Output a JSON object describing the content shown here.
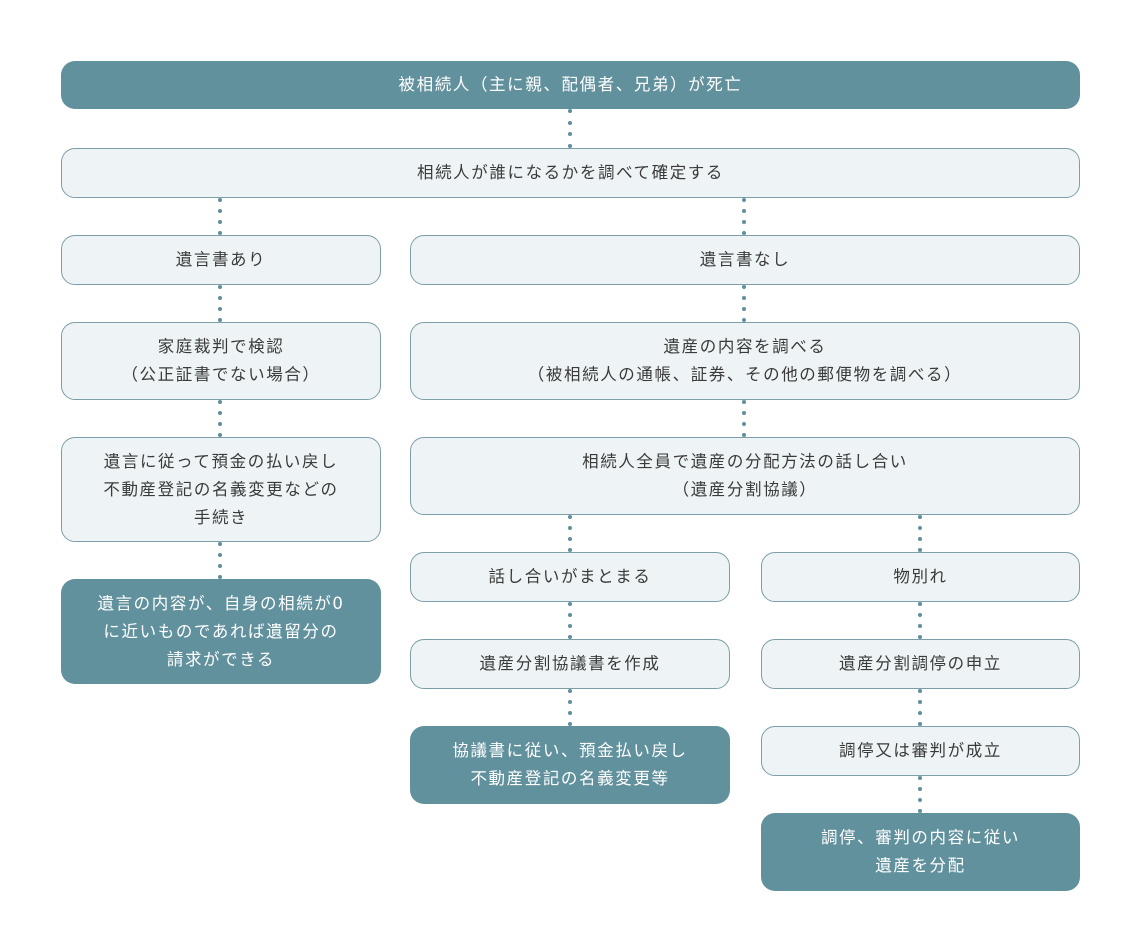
{
  "colors": {
    "dark_fill": "#62919e",
    "light_fill": "#eef4f5",
    "border": "#7c9ea8",
    "connector": "#5e8f9c",
    "dark_text": "#ffffff",
    "light_text": "#3a3a3a"
  },
  "steps": {
    "death": {
      "lines": [
        "被相続人（主に親、配偶者、兄弟）が死亡"
      ]
    },
    "identify_heirs": {
      "lines": [
        "相続人が誰になるかを調べて確定する"
      ]
    },
    "will_exists": {
      "lines": [
        "遺言書あり"
      ]
    },
    "no_will": {
      "lines": [
        "遺言書なし"
      ]
    },
    "probate": {
      "lines": [
        "家庭裁判で検認",
        "（公正証書でない場合）"
      ]
    },
    "investigate_estate": {
      "lines": [
        "遺産の内容を調べる",
        "（被相続人の通帳、証券、その他の郵便物を調べる）"
      ]
    },
    "follow_will": {
      "lines": [
        "遺言に従って預金の払い戻し",
        "不動産登記の名義変更などの",
        "手続き"
      ]
    },
    "heirs_discussion": {
      "lines": [
        "相続人全員で遺産の分配方法の話し合い",
        "（遺産分割協議）"
      ]
    },
    "reserved_portion": {
      "lines": [
        "遺言の内容が、自身の相続が0",
        "に近いものであれば遺留分の",
        "請求ができる"
      ]
    },
    "agreement_reached": {
      "lines": [
        "話し合いがまとまる"
      ]
    },
    "disagreement": {
      "lines": [
        "物別れ"
      ]
    },
    "create_agreement": {
      "lines": [
        "遺産分割協議書を作成"
      ]
    },
    "mediation_request": {
      "lines": [
        "遺産分割調停の申立"
      ]
    },
    "execute_agreement": {
      "lines": [
        "協議書に従い、預金払い戻し",
        "不動産登記の名義変更等"
      ]
    },
    "mediation_success": {
      "lines": [
        "調停又は審判が成立"
      ]
    },
    "distribute": {
      "lines": [
        "調停、審判の内容に従い",
        "遺産を分配"
      ]
    }
  }
}
